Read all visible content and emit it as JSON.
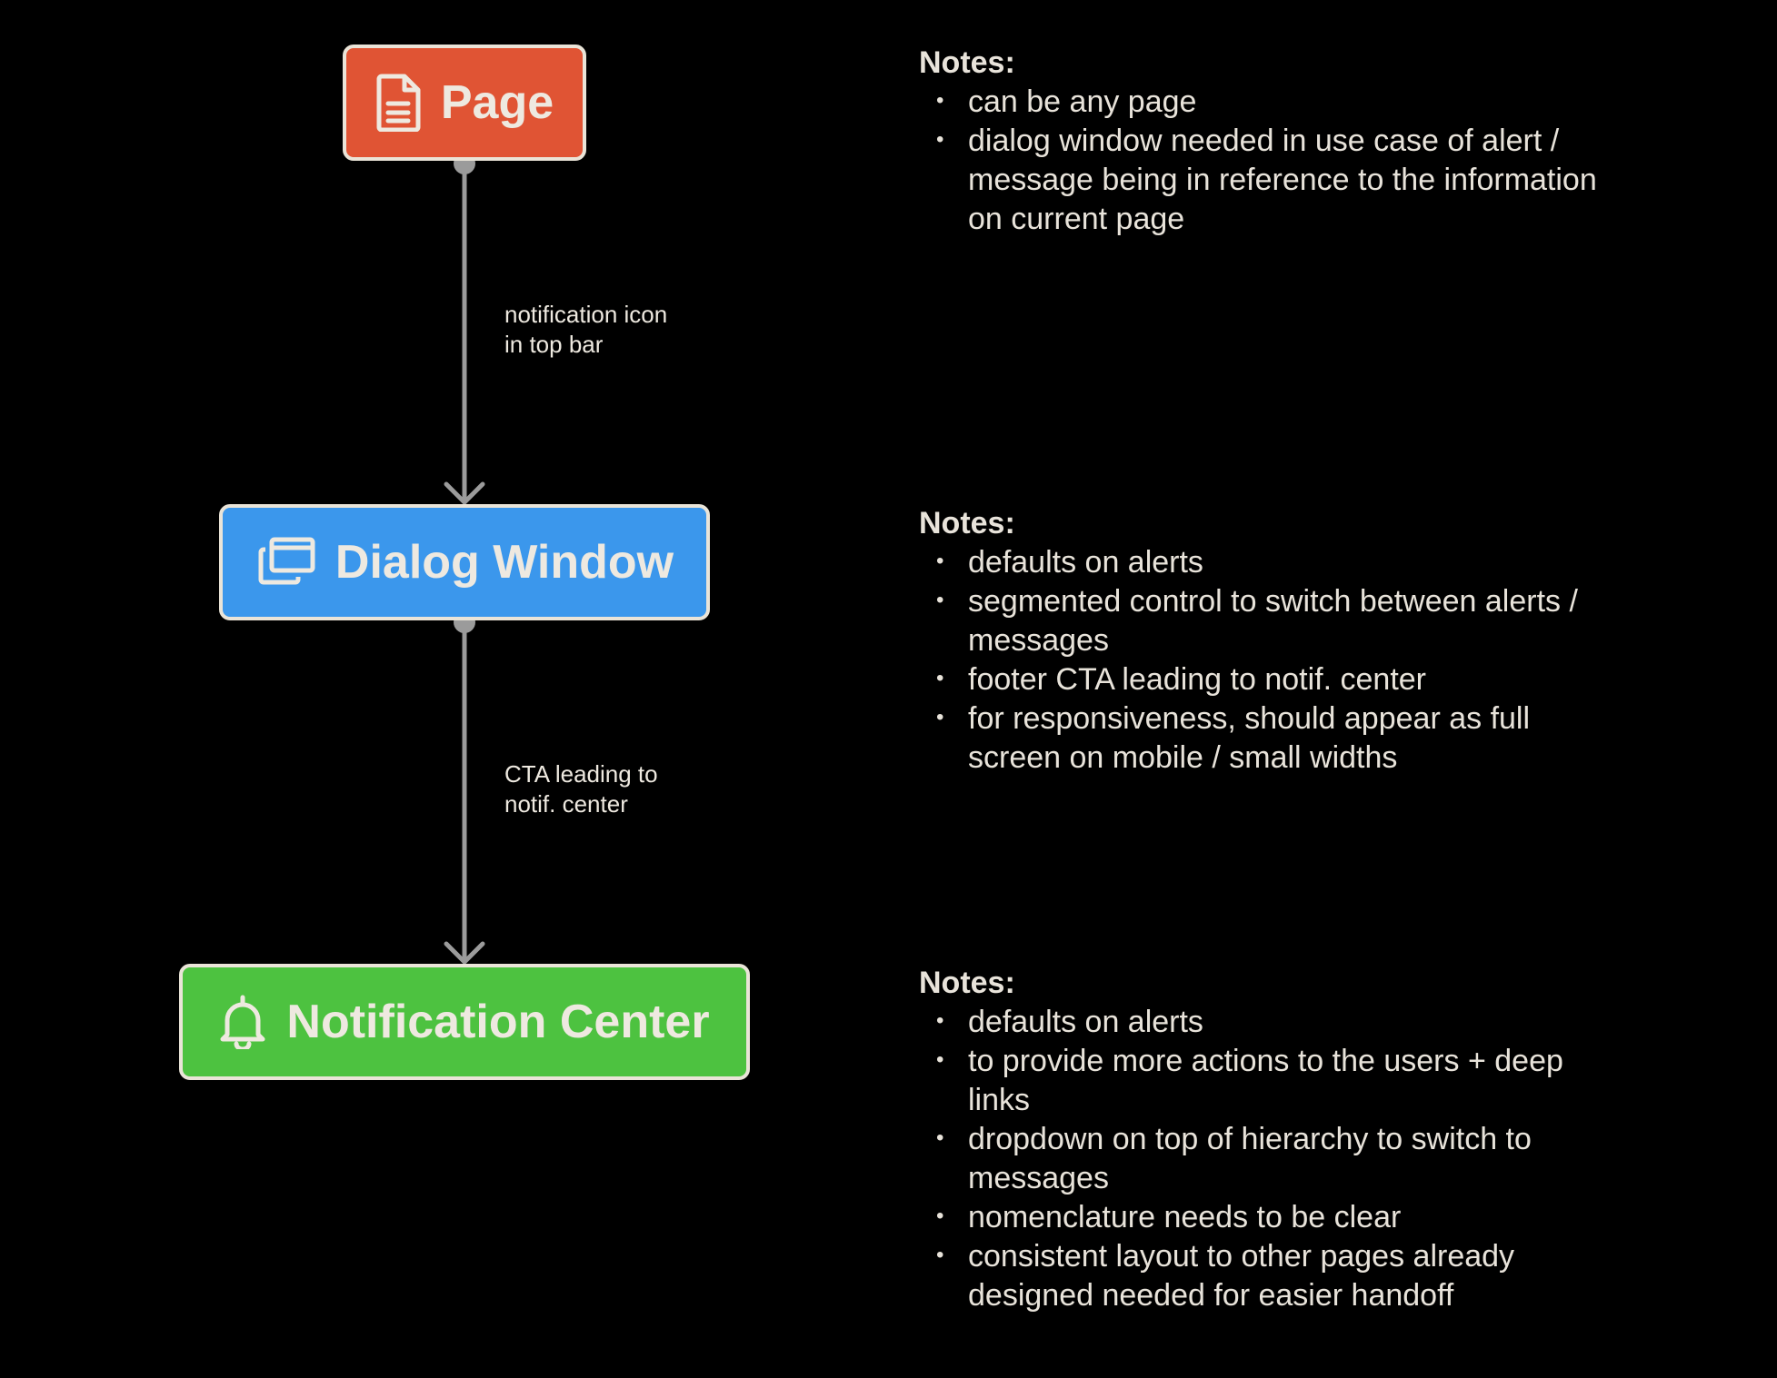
{
  "colors": {
    "background": "#000000",
    "page": "#e05434",
    "dialog": "#3b97ec",
    "notification_center": "#4dc240",
    "node_border": "#eae4d8",
    "connector": "#9b9b9b",
    "text": "#eee9e0"
  },
  "nodes": {
    "page": {
      "label": "Page",
      "icon": "document-icon"
    },
    "dialog": {
      "label": "Dialog Window",
      "icon": "windows-icon"
    },
    "notif": {
      "label": "Notification Center",
      "icon": "bell-icon"
    }
  },
  "edges": [
    {
      "from": "Page",
      "to": "Dialog Window",
      "line1": "notification icon",
      "line2": "in top bar"
    },
    {
      "from": "Dialog Window",
      "to": "Notification Center",
      "line1": "CTA leading to",
      "line2": "notif. center"
    }
  ],
  "notes": [
    {
      "title": "Notes:",
      "items": [
        "can be any page",
        "dialog window needed in use case of alert / message being in reference to the information on current page"
      ]
    },
    {
      "title": "Notes:",
      "items": [
        "defaults on alerts",
        "segmented control to switch between alerts / messages",
        "footer CTA leading to notif. center",
        "for responsiveness, should appear as full screen on mobile / small widths"
      ]
    },
    {
      "title": "Notes:",
      "items": [
        "defaults on alerts",
        "to provide more actions to the users + deep links",
        "dropdown on top of hierarchy to switch to messages",
        "nomenclature needs to be clear",
        "consistent layout to other pages already designed needed for easier handoff"
      ]
    }
  ]
}
